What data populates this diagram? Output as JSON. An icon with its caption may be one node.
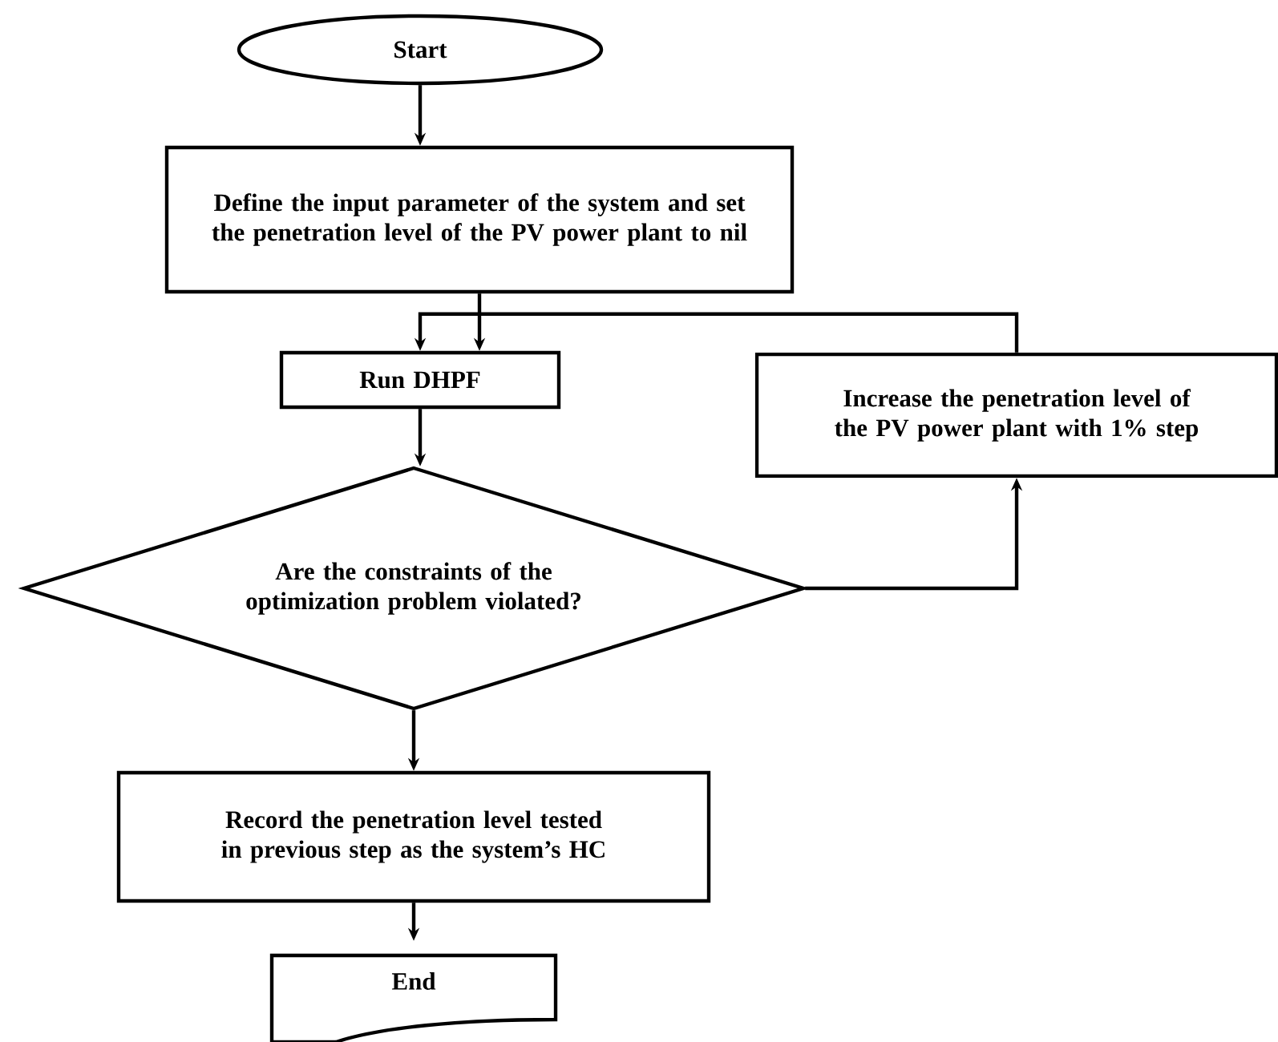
{
  "diagram": {
    "nodes": [
      {
        "text": [
          "Start"
        ]
      },
      {
        "text": [
          "Define the input parameter of the system and set the penetration level of the PV power plant to nil"
        ]
      },
      {
        "text": [
          "Run DHPF"
        ]
      },
      {
        "text": [
          "Increase the penetration level of the PV power plant with 1% step"
        ]
      },
      {
        "text": [
          "Are the constraints of the optimization problem violated?"
        ]
      },
      {
        "text": [
          "Record the penetration level tested in previous step as the system’s HC"
        ]
      },
      {
        "text": [
          "End"
        ]
      }
    ],
    "edges": [
      {
        "from": 0,
        "to": 1,
        "arrow": "to"
      },
      {
        "from": 1,
        "to": 2,
        "arrow": "to"
      },
      {
        "from": 2,
        "to": 4,
        "arrow": "to"
      },
      {
        "from": 4,
        "to": 3,
        "arrow": "to"
      },
      {
        "from": 3,
        "to": 2,
        "arrow": "to"
      },
      {
        "from": 4,
        "to": 5,
        "arrow": "to"
      },
      {
        "from": 5,
        "to": 6,
        "arrow": "to"
      }
    ]
  }
}
